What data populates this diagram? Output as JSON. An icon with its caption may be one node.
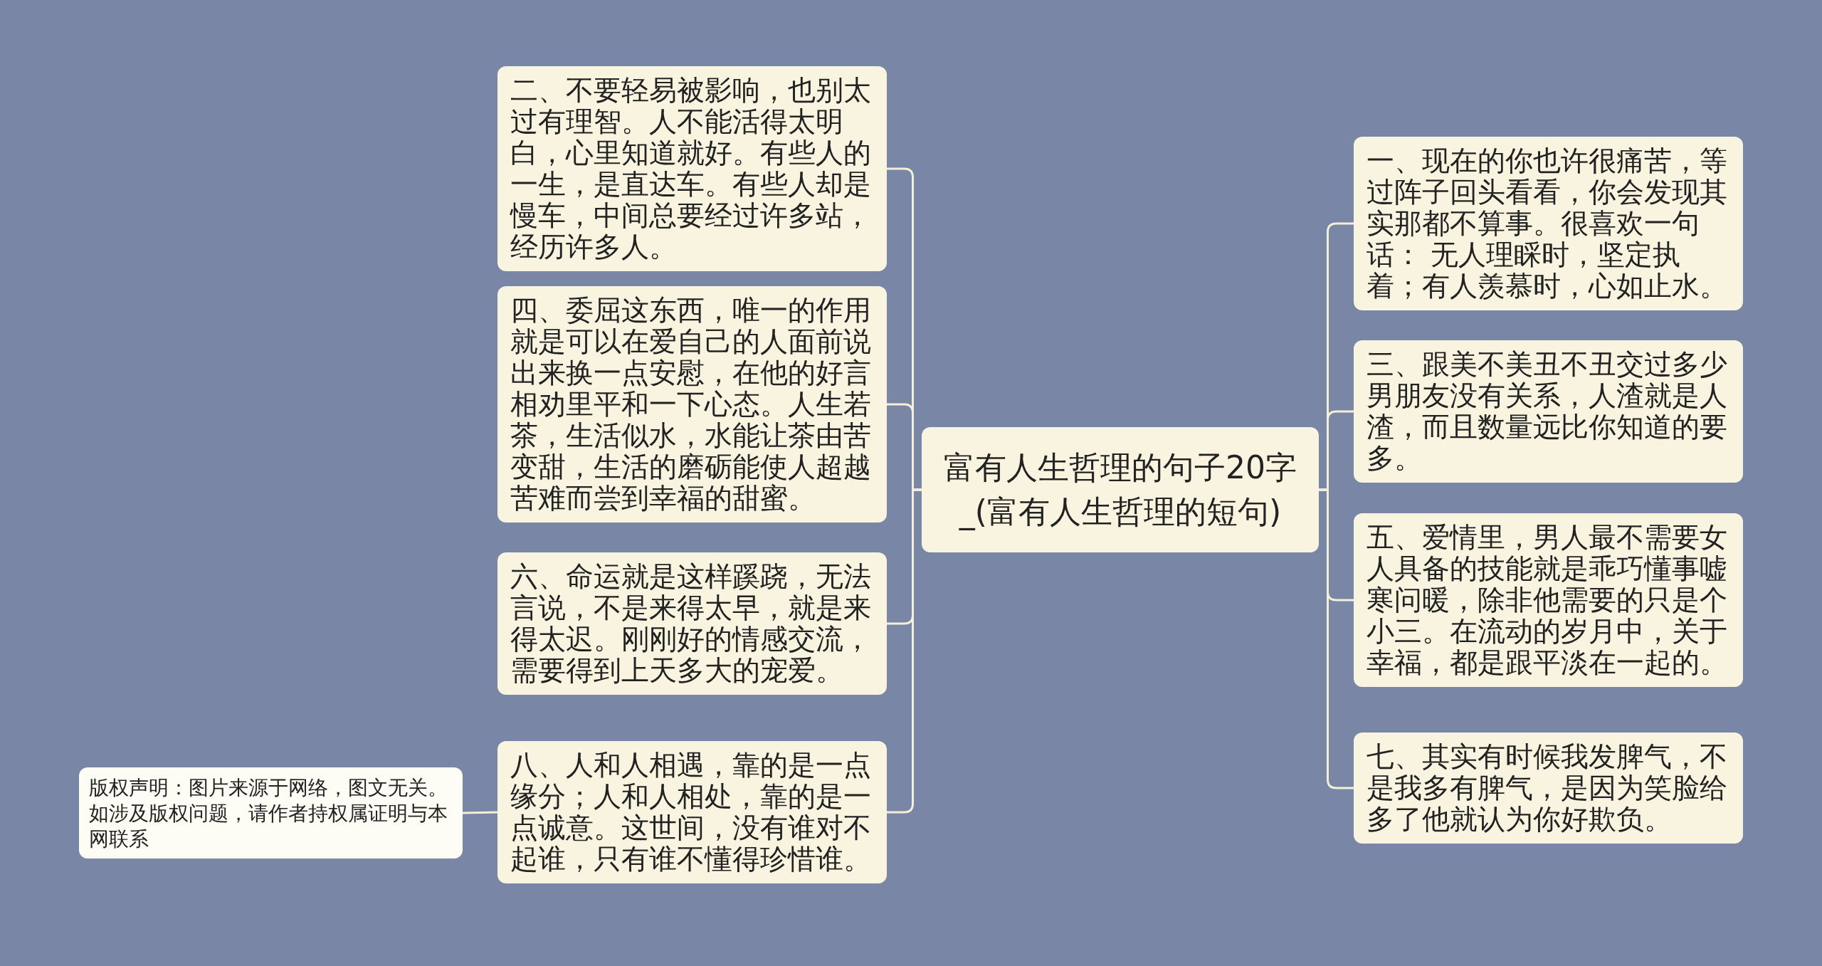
{
  "diagram": {
    "nodes": [
      {
        "text": [
          "富有人生哲理的句子20字_(富有人生哲理的短句)"
        ]
      },
      {
        "text": [
          "二、不要轻易被影响，也别太过有理智。人不能活得太明白，心里知道就好。有些人的一生，是直达车。有些人却是慢车，中间总要经过许多站，经历许多人。"
        ]
      },
      {
        "text": [
          "四、委屈这东西，唯一的作用就是可以在爱自己的人面前说出来换一点安慰，在他的好言相劝里平和一下心态。人生若茶，生活似水，水能让茶由苦变甜，生活的磨砺能使人超越苦难而尝到幸福的甜蜜。"
        ]
      },
      {
        "text": [
          "六、命运就是这样蹊跷，无法言说，不是来得太早，就是来得太迟。刚刚好的情感交流，需要得到上天多大的宠爱。"
        ]
      },
      {
        "text": [
          "八、人和人相遇，靠的是一点缘分；人和人相处，靠的是一点诚意。这世间，没有谁对不起谁，只有谁不懂得珍惜谁。"
        ]
      },
      {
        "text": [
          "一、现在的你也许很痛苦，等过阵子回头看看，你会发现其实那都不算事。很喜欢一句话： 无人理睬时，坚定执着；有人羡慕时，心如止水。"
        ]
      },
      {
        "text": [
          "三、跟美不美丑不丑交过多少男朋友没有关系，人渣就是人渣，而且数量远比你知道的要多。"
        ]
      },
      {
        "text": [
          "五、爱情里，男人最不需要女人具备的技能就是乖巧懂事嘘寒问暖，除非他需要的只是个小三。在流动的岁月中，关于幸福，都是跟平淡在一起的。"
        ]
      },
      {
        "text": [
          "七、其实有时候我发脾气，不是我多有脾气，是因为笑脸给多了他就认为你好欺负。"
        ]
      },
      {
        "text": [
          "版权声明：图片来源于网络，图文无关。如涉及版权问题，请作者持权属证明与本网联系"
        ]
      }
    ],
    "edges": [
      {
        "from": 0,
        "to": 1,
        "arrow": "none"
      },
      {
        "from": 0,
        "to": 2,
        "arrow": "none"
      },
      {
        "from": 0,
        "to": 3,
        "arrow": "none"
      },
      {
        "from": 0,
        "to": 4,
        "arrow": "none"
      },
      {
        "from": 0,
        "to": 5,
        "arrow": "none"
      },
      {
        "from": 0,
        "to": 6,
        "arrow": "none"
      },
      {
        "from": 0,
        "to": 7,
        "arrow": "none"
      },
      {
        "from": 0,
        "to": 8,
        "arrow": "none"
      },
      {
        "from": 4,
        "to": 9,
        "arrow": "none"
      }
    ]
  }
}
